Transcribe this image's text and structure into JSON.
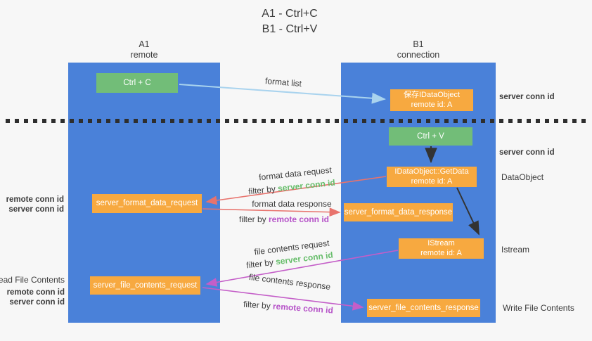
{
  "colors": {
    "bg": "#f7f7f7",
    "column-blue": "#4a81d9",
    "box-green": "#72bd78",
    "box-orange": "#f7a940",
    "green-text": "#67bd6b",
    "magenta-text": "#b653c8",
    "arrow-blue": "#a9d3ee",
    "arrow-salmon": "#e8736d",
    "arrow-magenta": "#c45ec8",
    "arrow-black": "#333333",
    "text-dark": "#3c3c3c",
    "dash": "#2e2e2e"
  },
  "title": {
    "line1": "A1 - Ctrl+C",
    "line2": "B1 - Ctrl+V"
  },
  "lanes": {
    "left": {
      "name": "A1",
      "subtitle": "remote"
    },
    "right": {
      "name": "B1",
      "subtitle": "connection"
    }
  },
  "boxes": {
    "ctrl_c": {
      "label": "Ctrl + C"
    },
    "ctrl_v": {
      "label": "Ctrl + V"
    },
    "save_dataobject": {
      "line1": "保存IDataObject",
      "line2": "remote id: A"
    },
    "getdata": {
      "line1": "IDataObject::GetData",
      "line2": "remote id: A"
    },
    "istream": {
      "line1": "IStream",
      "line2": "remote id: A"
    },
    "format_request": {
      "label": "server_format_data_request"
    },
    "format_response": {
      "label": "server_format_data_response"
    },
    "file_request": {
      "label": "server_file_contents_request"
    },
    "file_response": {
      "label": "server_file_contents_response"
    }
  },
  "flow_labels": {
    "format_list": "format list",
    "format_data_request": "format data request",
    "format_data_response": "format data response",
    "file_contents_request": "file contents request",
    "file_contents_response": "file contents response",
    "filter_by": "filter by ",
    "server_conn_id": "server conn id",
    "remote_conn_id": "remote conn id"
  },
  "side_labels": {
    "right_server_conn_id_top": "server conn id",
    "right_server_conn_id_mid": "server conn id",
    "dataobject": "DataObject",
    "istream": "Istream",
    "write_file_contents": "Write File Contents",
    "left_remote_conn_id_1": "remote conn id",
    "left_server_conn_id_1": "server conn id",
    "read_file_contents": "Read File Contents",
    "left_remote_conn_id_2": "remote conn id",
    "left_server_conn_id_2": "server conn id"
  }
}
